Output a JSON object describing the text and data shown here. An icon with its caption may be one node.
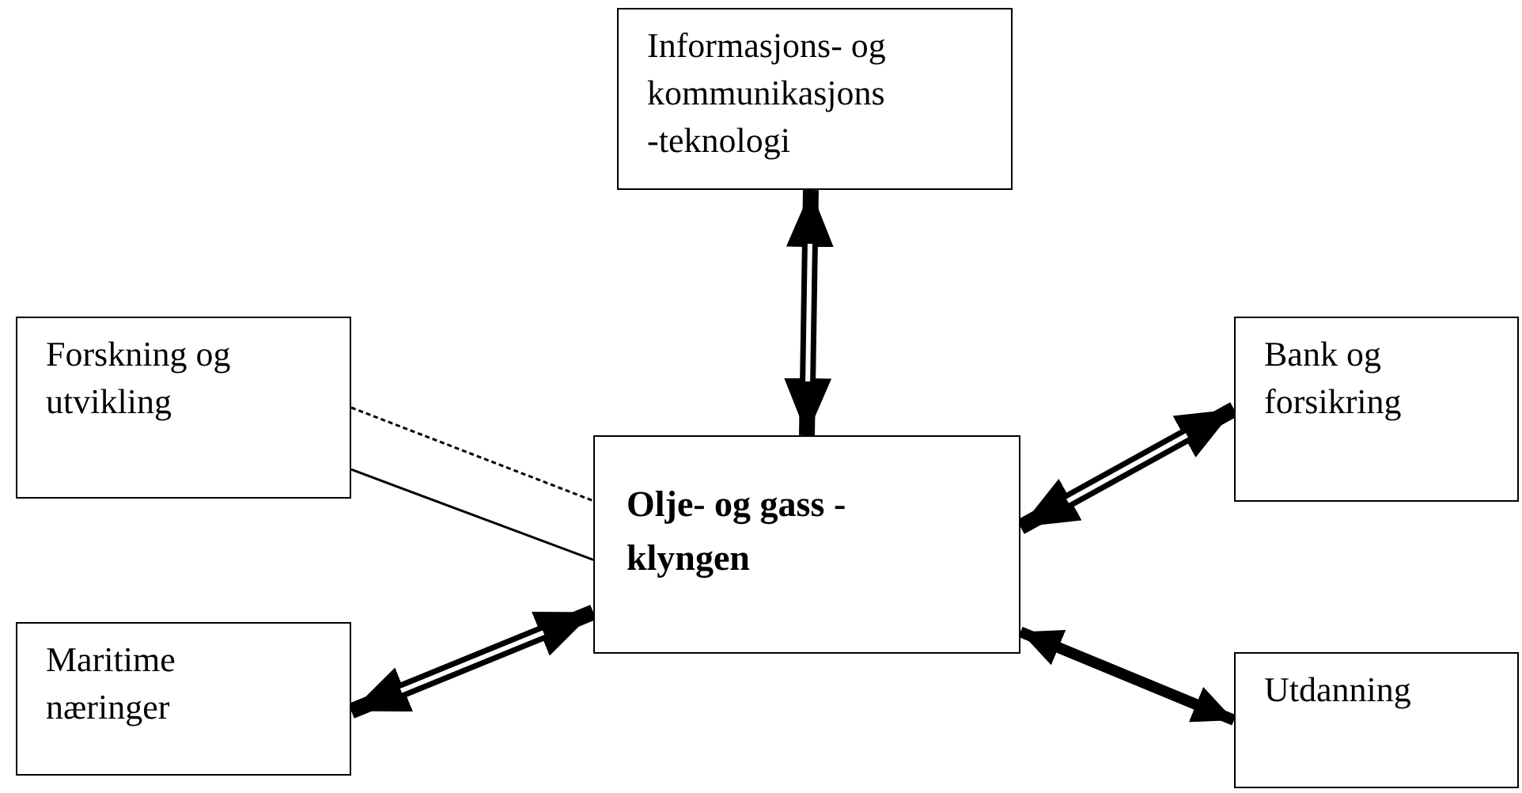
{
  "diagram": {
    "nodes": [
      {
        "text": [
          "Informasjons- og kommunikasjons -teknologi"
        ]
      },
      {
        "text": [
          "Forskning og utvikling"
        ]
      },
      {
        "text": [
          "Olje- og gass - klyngen"
        ]
      },
      {
        "text": [
          "Bank og forsikring"
        ]
      },
      {
        "text": [
          "Maritime næringer"
        ]
      },
      {
        "text": [
          "Utdanning"
        ]
      }
    ],
    "edges": [
      {
        "from": 0,
        "to": 2,
        "arrow": "both"
      },
      {
        "from": 1,
        "to": 2,
        "arrow": "none",
        "style": "dashed"
      },
      {
        "from": 1,
        "to": 2,
        "arrow": "none"
      },
      {
        "from": 3,
        "to": 2,
        "arrow": "both"
      },
      {
        "from": 4,
        "to": 2,
        "arrow": "both"
      },
      {
        "from": 5,
        "to": 2,
        "arrow": "both"
      }
    ]
  }
}
